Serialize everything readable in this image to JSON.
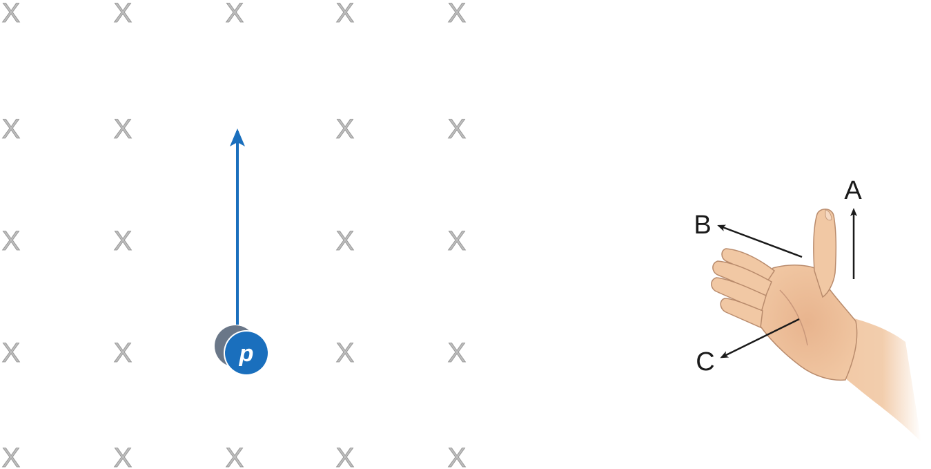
{
  "field": {
    "symbol": "X",
    "color": "#bdbdbd",
    "grid": [
      [
        true,
        true,
        true,
        true,
        true
      ],
      [
        true,
        true,
        false,
        true,
        true
      ],
      [
        true,
        true,
        false,
        true,
        true
      ],
      [
        true,
        true,
        false,
        true,
        true
      ],
      [
        true,
        true,
        true,
        true,
        true
      ]
    ]
  },
  "particle": {
    "label": "p",
    "color": "#1a6fbd",
    "shadow_color": "#6a7788"
  },
  "velocity_arrow": {
    "color": "#1a6fbd"
  },
  "hand": {
    "skin_color": "#f1c8a4",
    "labels": {
      "a": "A",
      "b": "B",
      "c": "C"
    }
  }
}
